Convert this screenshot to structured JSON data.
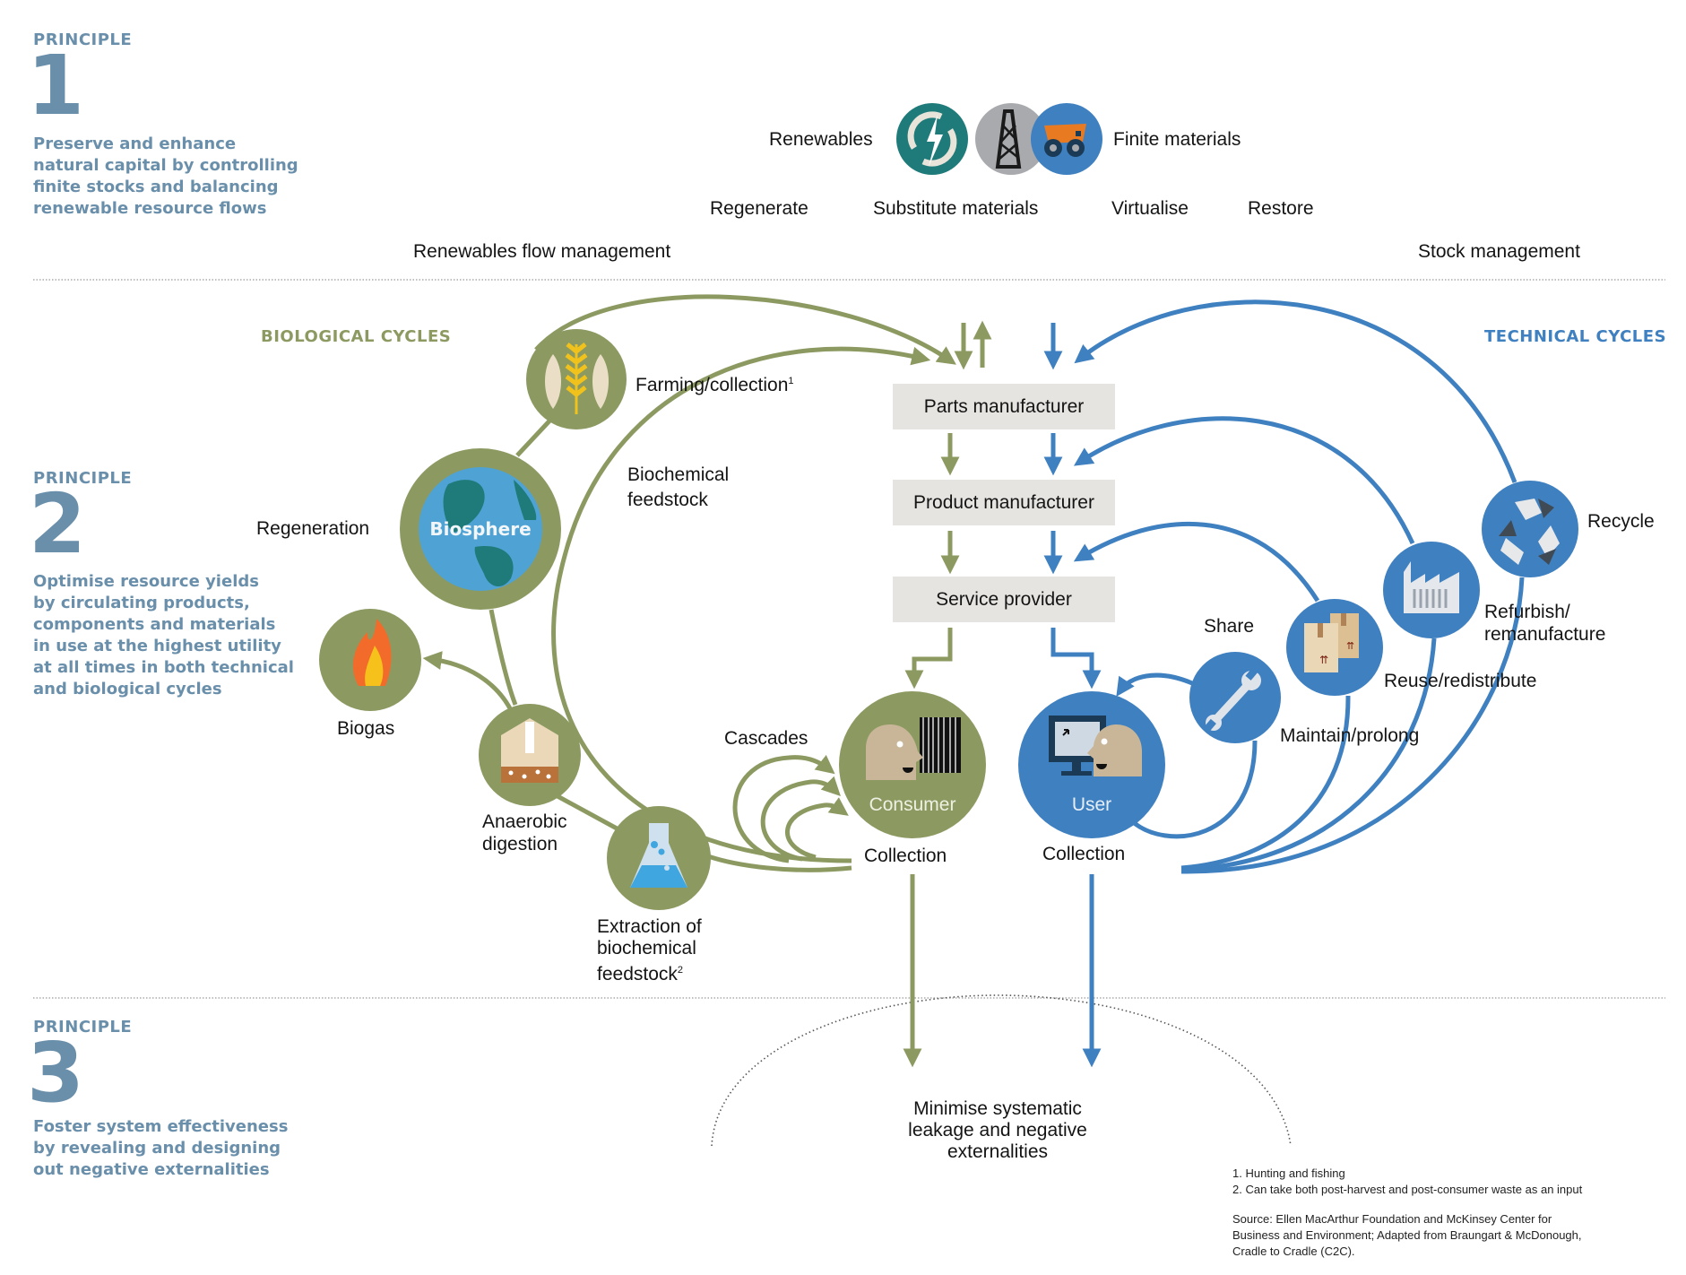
{
  "principles": [
    {
      "label": "PRINCIPLE",
      "number": "1",
      "text": [
        "Preserve and enhance",
        "natural capital by controlling",
        "finite stocks and balancing",
        "renewable resource flows"
      ]
    },
    {
      "label": "PRINCIPLE",
      "number": "2",
      "text": [
        "Optimise resource yields",
        "by circulating products,",
        "components and materials",
        "in use at the highest utility",
        "at all times in both technical",
        "and biological cycles"
      ]
    },
    {
      "label": "PRINCIPLE",
      "number": "3",
      "text": [
        "Foster system effectiveness",
        "by revealing and designing",
        "out negative externalities"
      ]
    }
  ],
  "top": {
    "renewables": "Renewables",
    "finite_materials": "Finite materials",
    "actions": [
      "Regenerate",
      "Substitute materials",
      "Virtualise",
      "Restore"
    ],
    "renewables_flow": "Renewables flow management",
    "stock_management": "Stock management"
  },
  "cycles": {
    "biological": "BIOLOGICAL CYCLES",
    "technical": "TECHNICAL CYCLES"
  },
  "chain": {
    "parts": "Parts manufacturer",
    "product": "Product manufacturer",
    "service": "Service provider"
  },
  "bio_nodes": {
    "farming": "Farming/collection",
    "farming_sup": "1",
    "biochemical_feedstock": [
      "Biochemical",
      "feedstock"
    ],
    "regeneration": "Regeneration",
    "biosphere": "Biosphere",
    "biogas": "Biogas",
    "anaerobic": [
      "Anaerobic",
      "digestion"
    ],
    "extraction": [
      "Extraction of",
      "biochemical",
      "feedstock"
    ],
    "extraction_sup": "2",
    "cascades": "Cascades",
    "consumer": "Consumer",
    "collection": "Collection"
  },
  "tech_nodes": {
    "user": "User",
    "collection": "Collection",
    "share": "Share",
    "maintain": "Maintain/prolong",
    "reuse": "Reuse/redistribute",
    "refurbish": [
      "Refurbish/",
      "remanufacture"
    ],
    "recycle": "Recycle"
  },
  "leakage": [
    "Minimise systematic",
    "leakage and negative",
    "externalities"
  ],
  "footnotes": {
    "notes": [
      "1. Hunting and fishing",
      "2. Can take both post-harvest and post-consumer waste as an input"
    ],
    "source": [
      "Source: Ellen MacArthur Foundation and McKinsey Center for",
      "Business and Environment; Adapted from Braungart & McDonough,",
      "Cradle to Cradle (C2C)."
    ]
  },
  "colors": {
    "bio_green": "#8c9a62",
    "tech_blue": "#3f80c0",
    "principle_blue": "#6a8fab",
    "box_grey": "#e6e4e1",
    "renewables_teal": "#1f7a7a",
    "finite_grey": "#a9aaae"
  }
}
